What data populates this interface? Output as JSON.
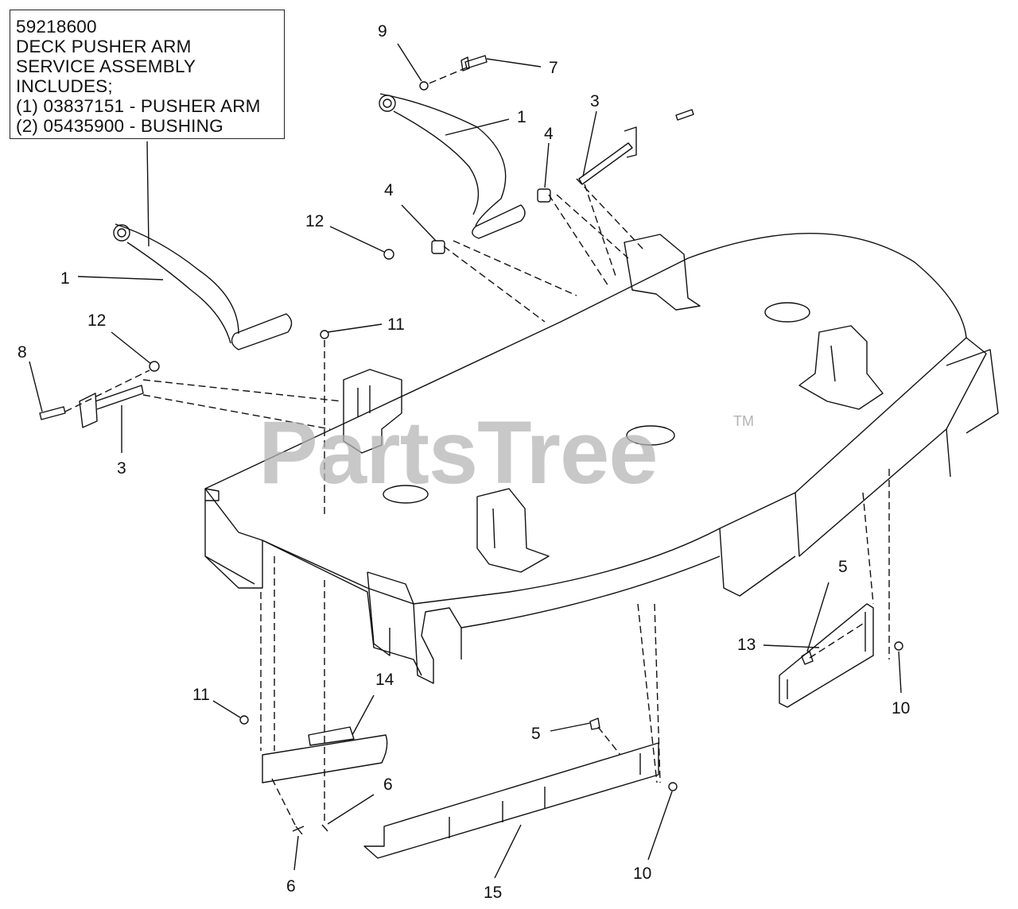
{
  "note": {
    "lines": [
      "59218600",
      "DECK PUSHER ARM",
      "SERVICE ASSEMBLY",
      "INCLUDES;",
      "(1) 03837151 - PUSHER ARM",
      "(2) 05435900 - BUSHING"
    ]
  },
  "watermark": {
    "text": "PartsTree",
    "tm": "TM"
  },
  "callouts": {
    "c9": "9",
    "c7": "7",
    "c1a": "1",
    "c3a": "3",
    "c4a": "4",
    "c4b": "4",
    "c12a": "12",
    "c1b": "1",
    "c12b": "12",
    "c11a": "11",
    "c8": "8",
    "c3b": "3",
    "c5a": "5",
    "c13": "13",
    "c10a": "10",
    "c11b": "11",
    "c14": "14",
    "c5b": "5",
    "c6a": "6",
    "c6b": "6",
    "c15": "15",
    "c10b": "10"
  }
}
